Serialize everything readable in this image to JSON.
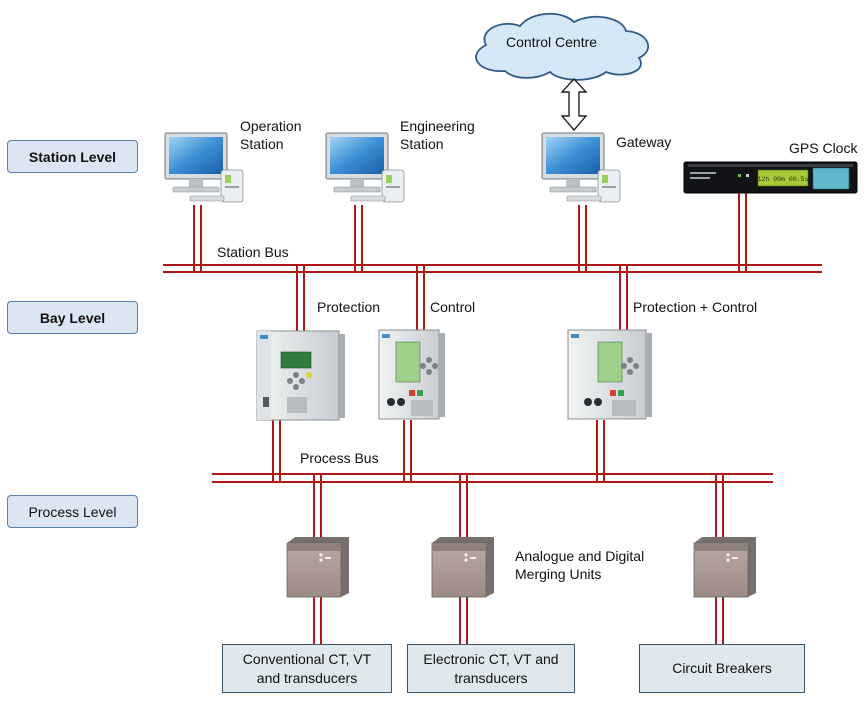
{
  "levels": {
    "station": "Station Level",
    "bay": "Bay Level",
    "process": "Process Level"
  },
  "cloud": {
    "label": "Control Centre"
  },
  "devices": {
    "operation_station": "Operation\nStation",
    "engineering_station": "Engineering\nStation",
    "gateway": "Gateway",
    "gps_clock": "GPS Clock",
    "gps_display": "12h 00m 00.5s"
  },
  "buses": {
    "station_bus": "Station Bus",
    "process_bus": "Process Bus"
  },
  "ieds": {
    "protection": "Protection",
    "control": "Control",
    "protection_control": "Protection + Control"
  },
  "merging_units": {
    "label": "Analogue and Digital\nMerging Units"
  },
  "field": {
    "conventional": "Conventional CT, VT\nand transducers",
    "electronic": "Electronic CT, VT and\ntransducers",
    "breakers": "Circuit Breakers"
  },
  "colors": {
    "bus": "#b01818",
    "level_box_fill": "#dce6f2",
    "cloud_fill": "#d6e7f7"
  }
}
